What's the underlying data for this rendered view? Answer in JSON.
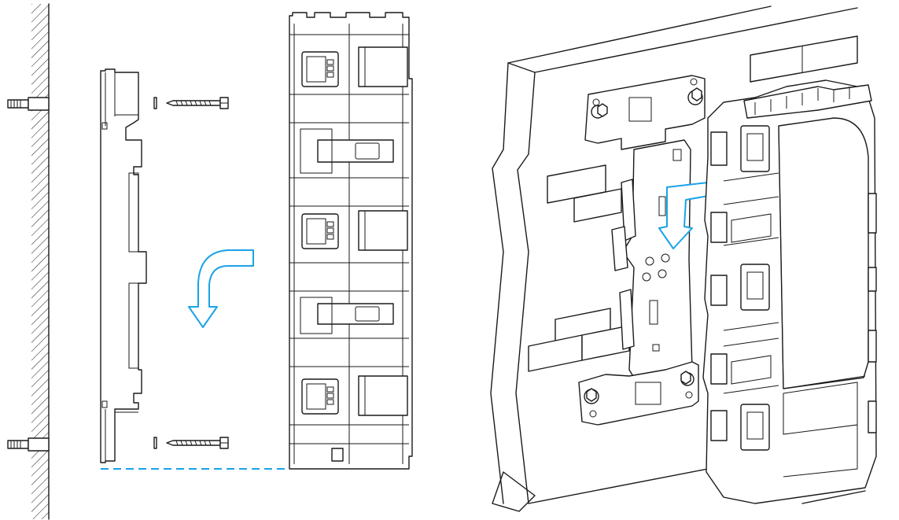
{
  "figure": {
    "panels": [
      {
        "id": "side-view",
        "description_label": ""
      },
      {
        "id": "perspective-view",
        "description_label": ""
      }
    ]
  },
  "colors": {
    "line": "#1a1a1a",
    "accent": "#1aa3e8",
    "background": "#ffffff"
  },
  "icons": [
    "wall-hatch",
    "wall-anchor-icon",
    "screw-icon",
    "curved-arrow-icon",
    "down-arrow-icon",
    "dashed-alignment-line"
  ]
}
